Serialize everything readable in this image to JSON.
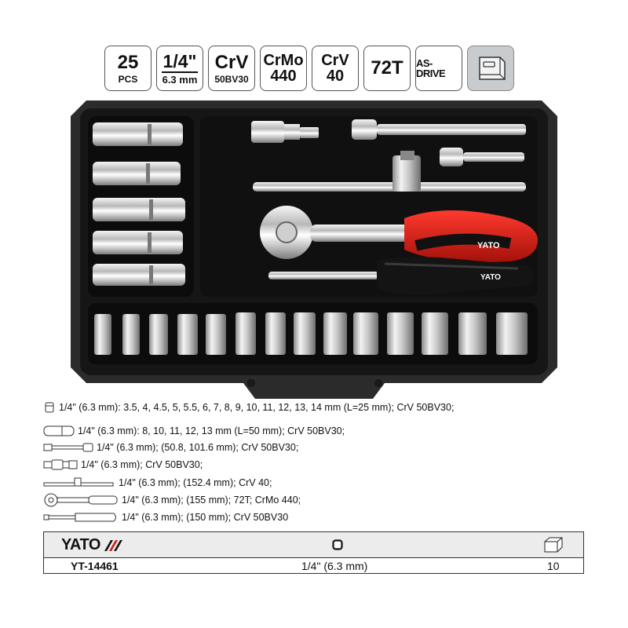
{
  "badges": {
    "pcs": {
      "top": "25",
      "bottom": "PCS"
    },
    "size": {
      "top": "1/4\"",
      "bottom": "6.3 mm"
    },
    "crv": {
      "top": "CrV",
      "bottom": "50BV30"
    },
    "crmo": {
      "top": "CrMo",
      "bottom": "440"
    },
    "crv40": {
      "top": "CrV",
      "bottom": "40"
    },
    "teeth": {
      "top": "72T"
    },
    "drive": {
      "top": "AS-DRIVE"
    },
    "box_icon": "case-icon"
  },
  "case": {
    "ratchet_brand": "YATO",
    "screwdriver_brand": "YATO"
  },
  "specs": [
    {
      "icon": "short-socket-icon",
      "text": "1/4\" (6.3 mm): 3.5, 4, 4.5, 5, 5.5, 6, 7, 8, 9, 10, 11, 12, 13, 14 mm (L=25 mm); CrV 50BV30;"
    },
    {
      "icon": "deep-socket-icon",
      "text": "1/4\" (6.3 mm): 8, 10, 11, 12, 13 mm (L=50 mm); CrV 50BV30;"
    },
    {
      "icon": "extension-bar-icon",
      "text": "1/4\" (6.3 mm); (50.8, 101.6 mm); CrV 50BV30;"
    },
    {
      "icon": "universal-joint-icon",
      "text": "1/4\" (6.3 mm); CrV 50BV30;"
    },
    {
      "icon": "t-bar-icon",
      "text": "1/4\" (6.3 mm); (152.4 mm); CrV 40;"
    },
    {
      "icon": "ratchet-icon",
      "text": "1/4\" (6.3 mm); (155 mm); 72T; CrMo 440;"
    },
    {
      "icon": "spinner-handle-icon",
      "text": "1/4\" (6.3 mm); (150 mm); CrV 50BV30"
    }
  ],
  "table": {
    "brand": "YATO",
    "col2_icon": "square-drive-icon",
    "col3_icon": "box-icon",
    "code": "YT-14461",
    "drive": "1/4\" (6.3 mm)",
    "qty": "10"
  }
}
